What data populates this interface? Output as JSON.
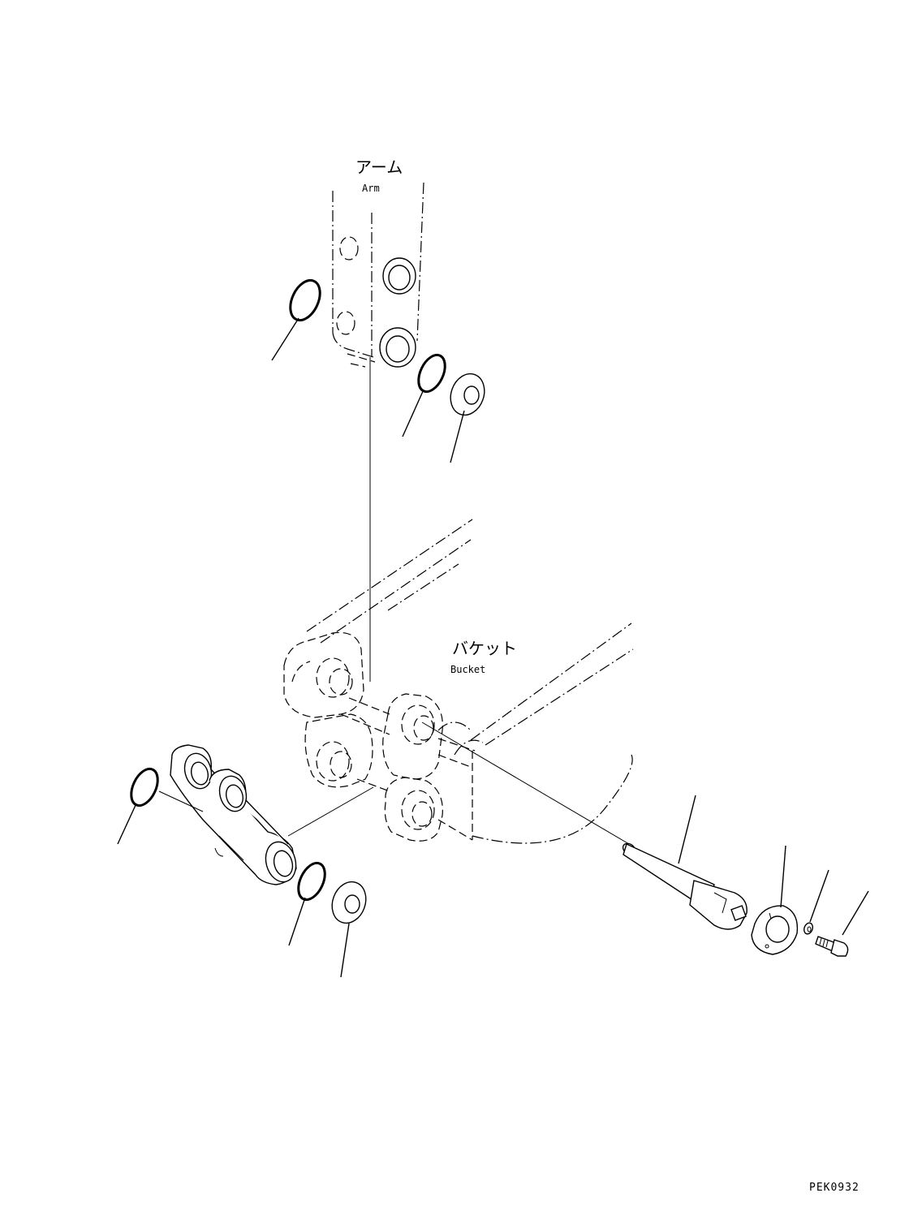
{
  "labels": {
    "arm_jp": "アーム",
    "arm_en": "Arm",
    "bucket_jp": "バケット",
    "bucket_en": "Bucket"
  },
  "drawing_code": "PEK0932"
}
